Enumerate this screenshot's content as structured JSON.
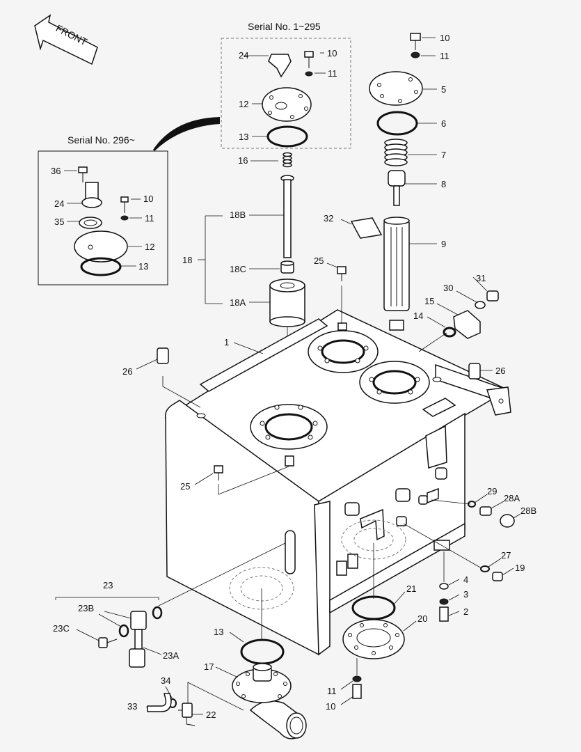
{
  "serial_top": "Serial No. 1~295",
  "serial_left": "Serial No. 296~",
  "front": "FRONT",
  "labels": {
    "l10a": "10",
    "l11a": "11",
    "l5": "5",
    "l6": "6",
    "l7": "7",
    "l8": "8",
    "l9": "9",
    "l32": "32",
    "l24a": "24",
    "l10b": "10",
    "l11b": "11",
    "l12a": "12",
    "l13a": "13",
    "l16": "16",
    "l36": "36",
    "l24b": "24",
    "l10c": "10",
    "l11c": "11",
    "l35": "35",
    "l12b": "12",
    "l13b": "13",
    "l18B": "18B",
    "l18": "18",
    "l18C": "18C",
    "l18A": "18A",
    "l25a": "25",
    "l31": "31",
    "l30": "30",
    "l15": "15",
    "l14": "14",
    "l1": "1",
    "l26a": "26",
    "l26b": "26",
    "l25b": "25",
    "l29": "29",
    "l28A": "28A",
    "l28B": "28B",
    "l27": "27",
    "l19": "19",
    "l4": "4",
    "l3": "3",
    "l2": "2",
    "l21": "21",
    "l20": "20",
    "l23": "23",
    "l23B": "23B",
    "l23C": "23C",
    "l23A": "23A",
    "l13c": "13",
    "l17": "17",
    "l34": "34",
    "l33": "33",
    "l22": "22",
    "l11d": "11",
    "l10d": "10"
  }
}
